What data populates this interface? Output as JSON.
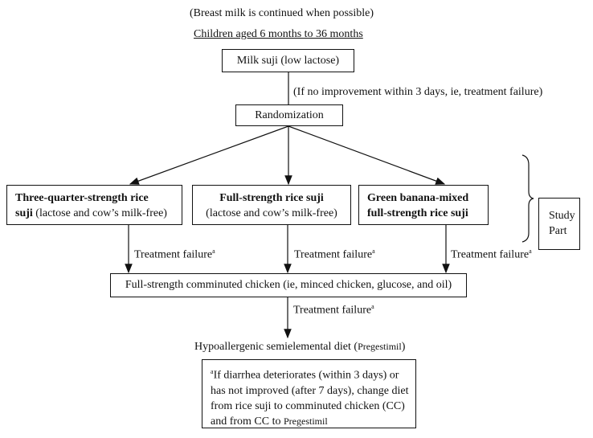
{
  "header": {
    "note": "(Breast milk is continued when possible)",
    "population": "Children aged 6 months to 36 months"
  },
  "nodes": {
    "milk_suji": "Milk suji (low lactose)",
    "no_improvement": "(If no improvement within 3 days, ie, treatment failure)",
    "randomization": "Randomization",
    "arm1_bold": "Three-quarter-strength rice",
    "arm1_bold2": "suji",
    "arm1_rest": " (lactose and cow’s milk-free)",
    "arm2_bold": "Full-strength rice suji",
    "arm2_rest": "(lactose and cow’s milk-free)",
    "arm3_line1": "Green banana-mixed",
    "arm3_line2": "full-strength rice suji",
    "study_part": "Study Part",
    "treatment_failure": "Treatment failure",
    "footnote_mark": "a",
    "chicken": "Full-strength comminuted chicken (ie, minced chicken, glucose, and oil)",
    "hypoallergenic": "Hypoallergenic semielemental diet (",
    "pregestimil": "Pregestimil",
    "close_paren": ")"
  },
  "footnote": {
    "mark": "a",
    "text": "If diarrhea deteriorates (within 3 days) or has not improved (after 7 days), change diet from rice suji to comminuted chicken (CC) and from CC to ",
    "pregestimil": "Pregestimil"
  }
}
